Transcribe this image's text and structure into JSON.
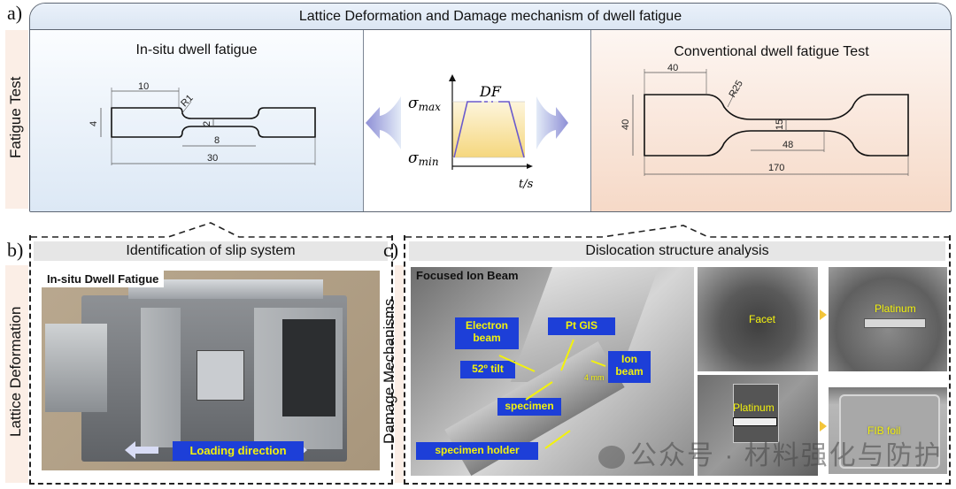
{
  "figure": {
    "panel_a": {
      "letter": "a)",
      "title": "Lattice Deformation and Damage mechanism of dwell fatigue",
      "row_label": "Fatigue Test",
      "left": {
        "title": "In-situ dwell fatigue",
        "dimensions": {
          "grip_length": "10",
          "fillet_radius": "R1",
          "width": "4",
          "gauge_width": "2",
          "gauge_length": "8",
          "total_length": "30"
        }
      },
      "center": {
        "chart_label": "DF",
        "y_max_label": "σ",
        "y_max_sub": "max",
        "y_min_label": "σ",
        "y_min_sub": "min",
        "x_label": "t/s",
        "line_color": "#6a5acd",
        "fill_color": "#f7dc8a"
      },
      "right": {
        "title": "Conventional dwell fatigue Test",
        "dimensions": {
          "grip_length": "40",
          "fillet_radius": "R25",
          "width": "40",
          "gauge_width": "15",
          "gauge_length": "48",
          "total_length": "170"
        }
      }
    },
    "panel_b": {
      "letter": "b)",
      "row_label": "Lattice Deformation",
      "title": "Identification of slip system",
      "photo_label": "In-situ Dwell Fatigue",
      "loading_label": "Loading direction"
    },
    "panel_c": {
      "letter": "c)",
      "row_label": "Damage Mechanisms",
      "title": "Dislocation structure analysis",
      "fib_photo": {
        "label": "Focused Ion Beam",
        "tags": {
          "electron_beam": "Electron beam",
          "pt_gis": "Pt GIS",
          "tilt": "52º tilt",
          "ion_beam": "Ion beam",
          "specimen": "specimen",
          "specimen_holder": "specimen holder",
          "distance": "4 mm"
        }
      },
      "sem_images": {
        "facet": "Facet",
        "platinum_top": "Platinum",
        "platinum_bottom": "Platinum",
        "fib_foil": "FIB foil"
      }
    },
    "watermark": "公众号 · 材料强化与防护"
  }
}
